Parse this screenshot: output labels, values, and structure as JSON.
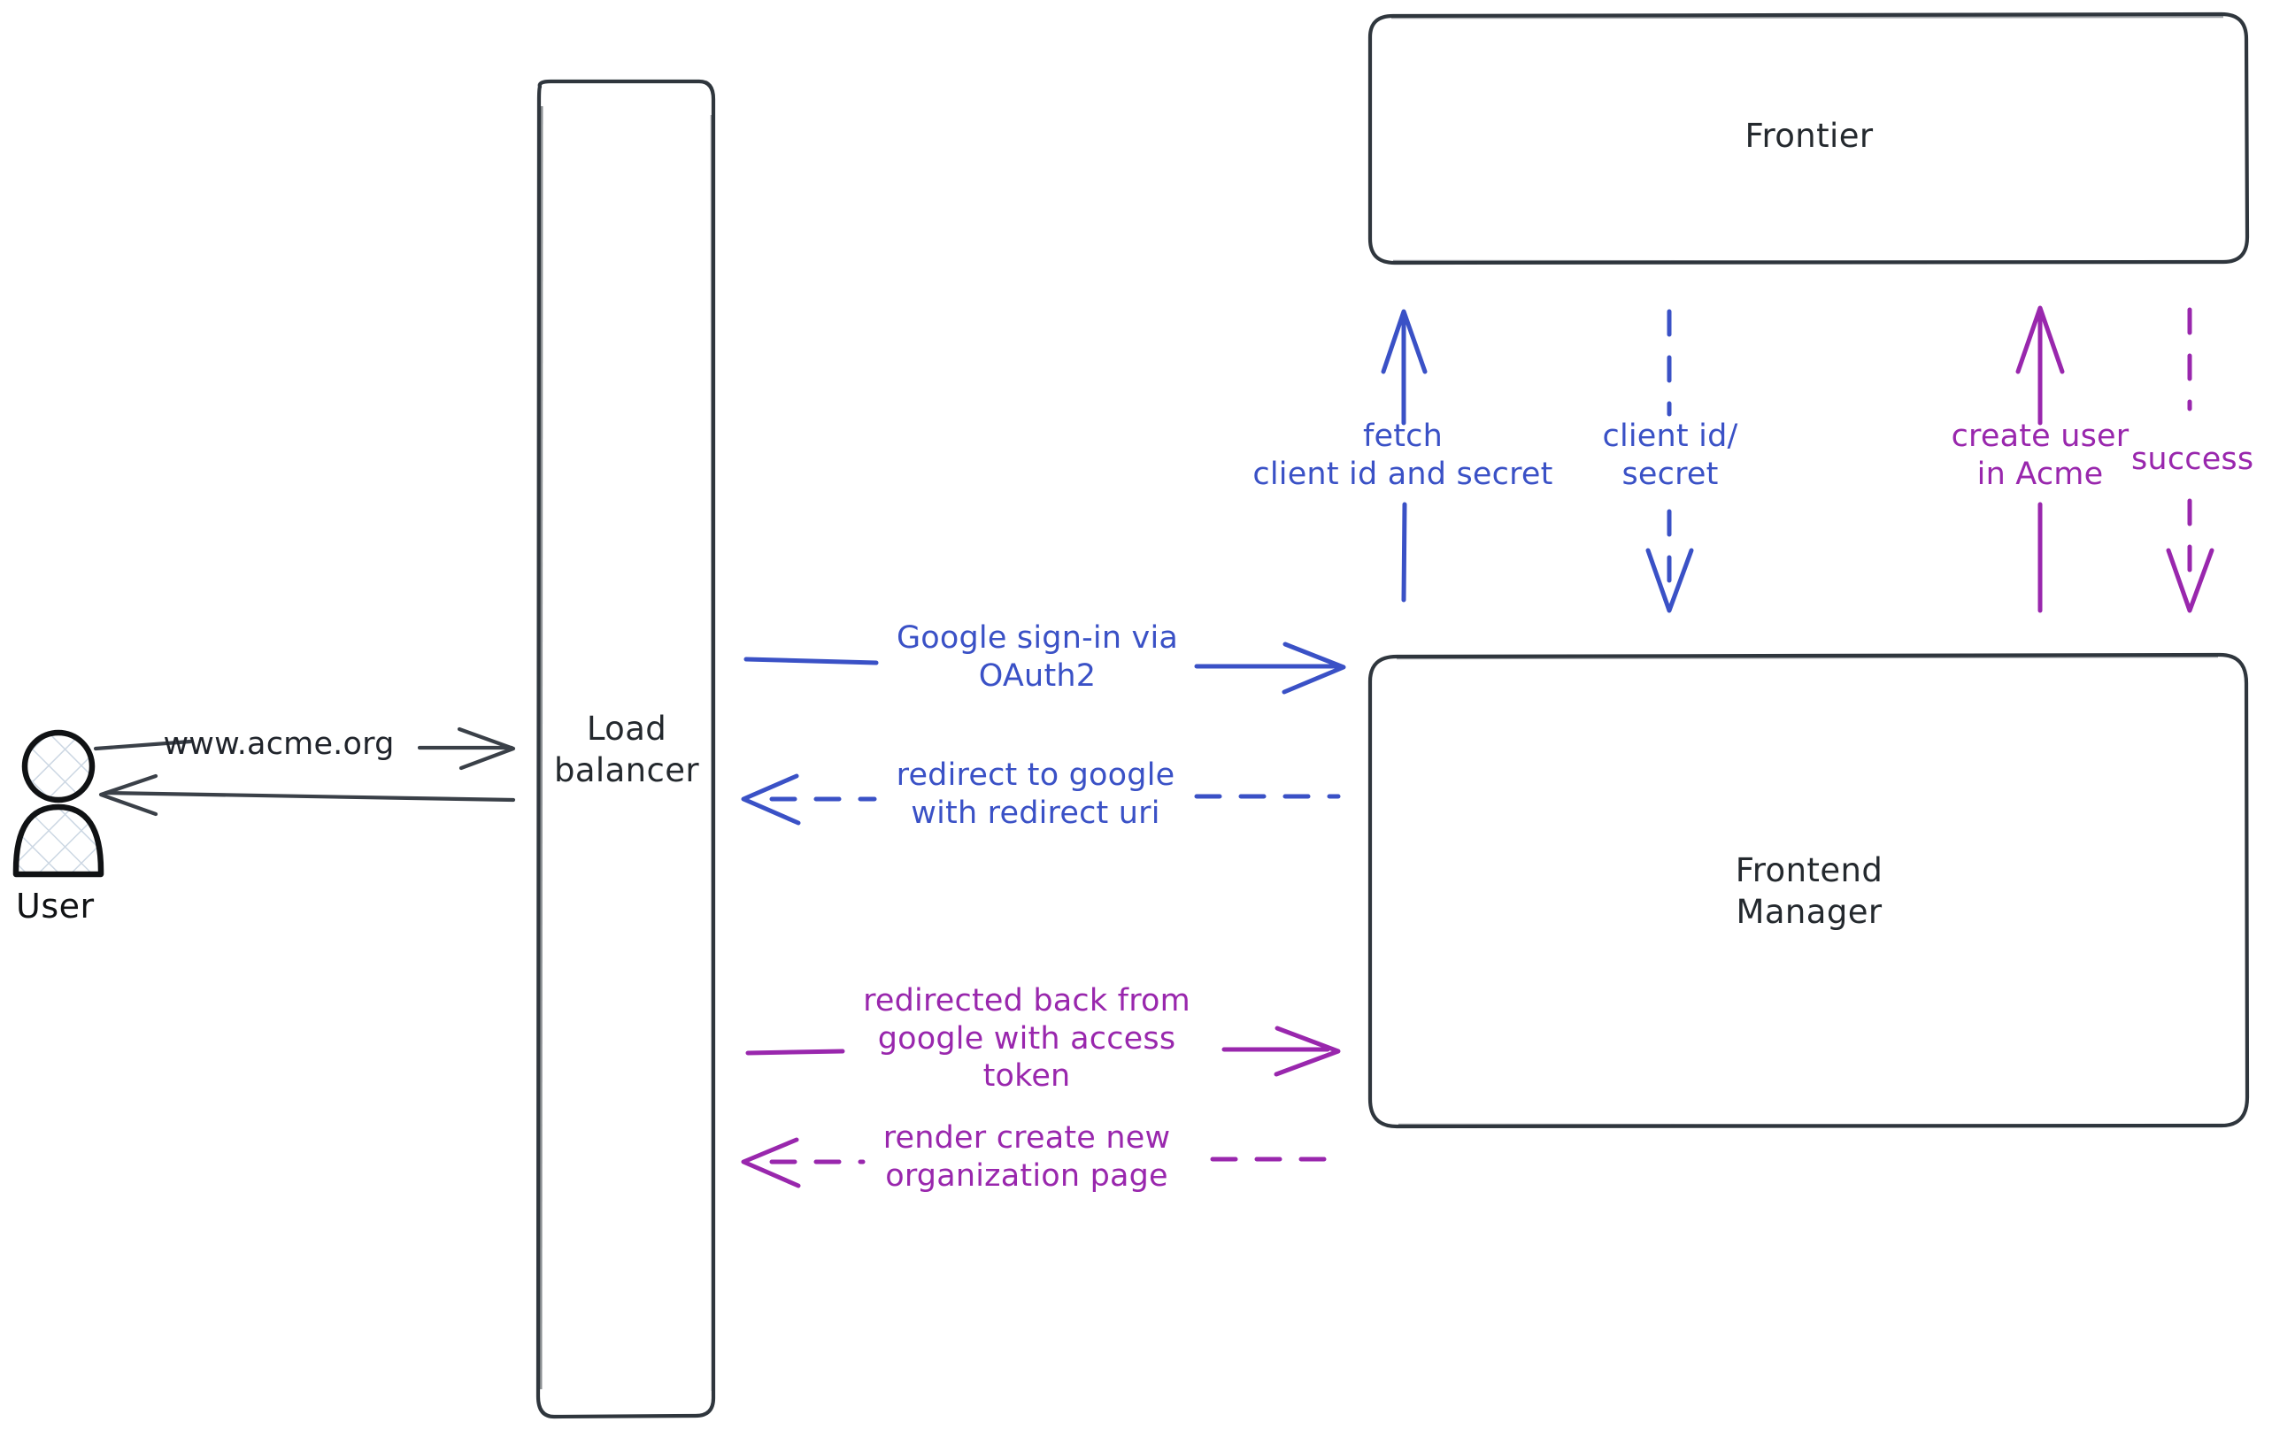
{
  "diagram": {
    "title": "OAuth2 Google sign-in sequence",
    "background": "#ffffff",
    "colors": {
      "node_stroke": "#2f363d",
      "blue": "#3a51c6",
      "purple": "#9927ad",
      "gray": "#20242b",
      "actor_fill": "#ced8e4"
    }
  },
  "actors": [
    {
      "id": "user",
      "name": "user-actor",
      "label": "User",
      "icon": "person-icon"
    }
  ],
  "nodes": [
    {
      "id": "load_balancer",
      "name": "node-load-balancer",
      "label": "Load\nbalancer",
      "shape": "rounded-rect"
    },
    {
      "id": "frontier",
      "name": "node-frontier",
      "label": "Frontier",
      "shape": "rounded-rect"
    },
    {
      "id": "frontend_manager",
      "name": "node-frontend-manager",
      "label": "Frontend\nManager",
      "shape": "rounded-rect"
    }
  ],
  "edges": [
    {
      "id": "e_user_to_lb",
      "name": "edge-user-to-load-balancer",
      "label": "www.acme.org",
      "from": "user",
      "to": "load_balancer",
      "color": "gray",
      "style": "solid",
      "direction": "right"
    },
    {
      "id": "e_lb_to_user",
      "name": "edge-load-balancer-to-user",
      "label": "",
      "from": "load_balancer",
      "to": "user",
      "color": "gray",
      "style": "solid",
      "direction": "left"
    },
    {
      "id": "e_lb_to_fm_signin",
      "name": "edge-google-signin-via-oauth2",
      "label": "Google sign-in via\nOAuth2",
      "from": "load_balancer",
      "to": "frontend_manager",
      "color": "blue",
      "style": "solid",
      "direction": "right"
    },
    {
      "id": "e_fm_to_lb_redirect",
      "name": "edge-redirect-to-google",
      "label": "redirect to google\nwith redirect uri",
      "from": "frontend_manager",
      "to": "load_balancer",
      "color": "blue",
      "style": "dashed",
      "direction": "left"
    },
    {
      "id": "e_lb_to_fm_token",
      "name": "edge-redirected-back-with-access-token",
      "label": "redirected back from\ngoogle with access\ntoken",
      "from": "load_balancer",
      "to": "frontend_manager",
      "color": "purple",
      "style": "solid",
      "direction": "right"
    },
    {
      "id": "e_fm_to_lb_render",
      "name": "edge-render-create-new-organization-page",
      "label": "render create new\norganization page",
      "from": "frontend_manager",
      "to": "load_balancer",
      "color": "purple",
      "style": "dashed",
      "direction": "left"
    },
    {
      "id": "e_fm_to_frontier_fetch",
      "name": "edge-fetch-client-id-and-secret",
      "label": "fetch\nclient id and secret",
      "from": "frontend_manager",
      "to": "frontier",
      "color": "blue",
      "style": "solid",
      "direction": "up"
    },
    {
      "id": "e_frontier_to_fm_creds",
      "name": "edge-client-id-secret",
      "label": "client id/\nsecret",
      "from": "frontier",
      "to": "frontend_manager",
      "color": "blue",
      "style": "dashed",
      "direction": "down"
    },
    {
      "id": "e_fm_to_frontier_create",
      "name": "edge-create-user-in-acme",
      "label": "create user\nin Acme",
      "from": "frontend_manager",
      "to": "frontier",
      "color": "purple",
      "style": "solid",
      "direction": "up"
    },
    {
      "id": "e_frontier_to_fm_success",
      "name": "edge-success",
      "label": "success",
      "from": "frontier",
      "to": "frontend_manager",
      "color": "purple",
      "style": "dashed",
      "direction": "down"
    }
  ]
}
